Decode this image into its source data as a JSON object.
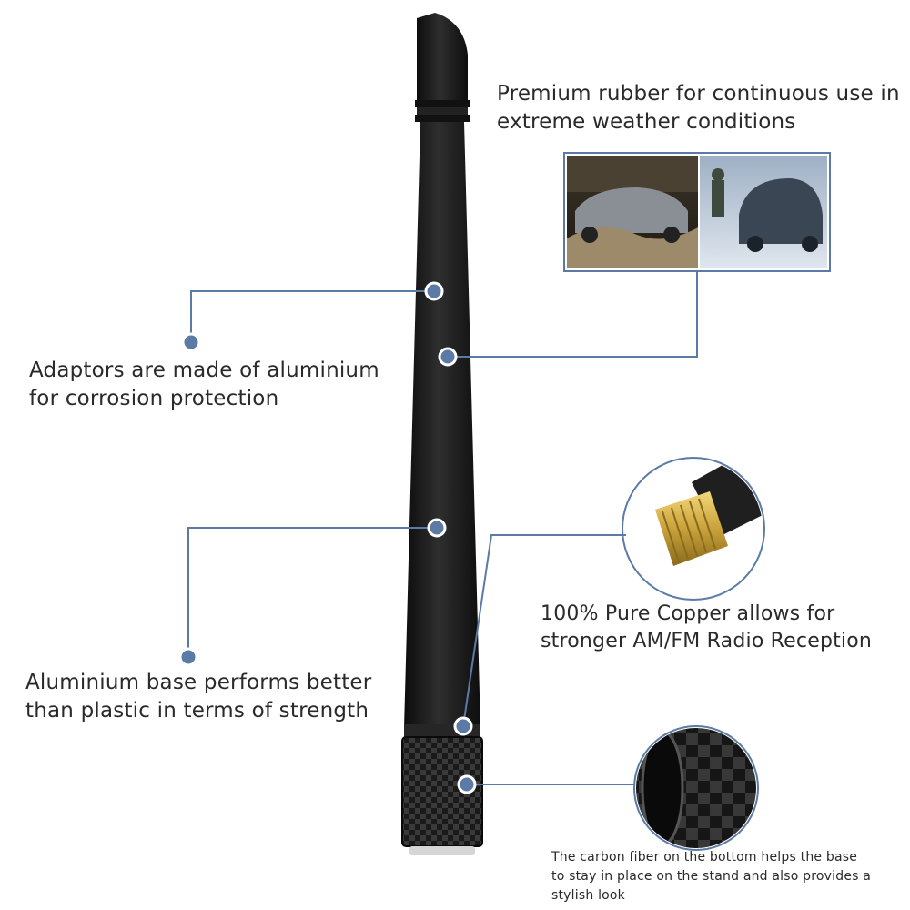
{
  "captions": {
    "rubber": [
      "Premium rubber for continuous use in",
      "extreme weather conditions"
    ],
    "adaptor": [
      "Adaptors are made of aluminium",
      "for corrosion protection"
    ],
    "copper": [
      "100% Pure Copper allows for",
      "stronger AM/FM Radio Reception"
    ],
    "base": [
      "Aluminium base performs better",
      "than plastic in terms of strength"
    ],
    "carbon": [
      "The carbon fiber on the bottom helps the base",
      "to stay in place on the stand and also provides a",
      "stylish look"
    ]
  },
  "colors": {
    "callout_line": "#5b7aa6",
    "callout_dot": "#5b7aa6",
    "antenna_body": "#1b1b1b",
    "copper_thread": "#c9a23a"
  }
}
